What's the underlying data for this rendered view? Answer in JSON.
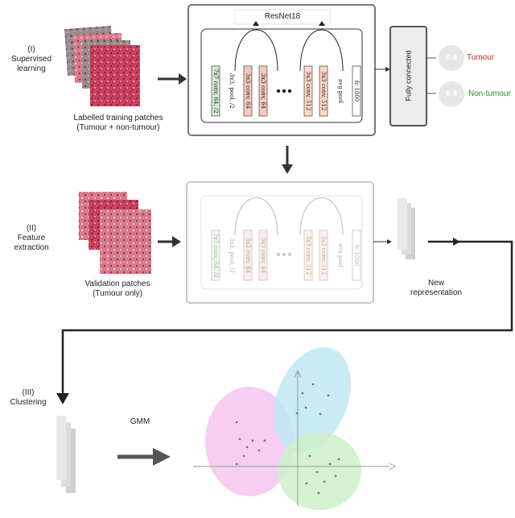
{
  "stages": {
    "s1": [
      "(I)",
      "Supervised",
      "learning"
    ],
    "s2": [
      "(II)",
      "Feature",
      "extraction"
    ],
    "s3": [
      "(III)",
      "Clustering"
    ]
  },
  "network": {
    "title": "ResNet18",
    "layers": [
      "7x7 conv, 64, /2",
      "3x3, pool, /2",
      "3x3 conv, 64",
      "3x3 conv, 64",
      "3x3 conv, 512",
      "3x3 conv, 512",
      "avg pool",
      "fc 1000"
    ],
    "fully_connected": "Fully connected"
  },
  "outputs": [
    {
      "value": "0.6",
      "label": "Tumour",
      "color": "#c0262e"
    },
    {
      "value": "0.4",
      "label": "Non-tumour",
      "color": "#2e8b2e"
    }
  ],
  "captions": {
    "training": [
      "Labelled training patches",
      "(Tumour + non-tumour)"
    ],
    "validation": [
      "Validation patches",
      "(Tumour only)"
    ],
    "representation": [
      "New",
      "representation"
    ],
    "gmm": "GMM"
  },
  "colors": {
    "tissue": "#c9435e",
    "pink_cluster": "#f5c6f0",
    "blue_cluster": "#bfe8f5",
    "green_cluster": "#cdf0c8",
    "layer_green": "#d3ecd0",
    "layer_salmon": "#f6c9bd",
    "layer_peach": "#fbd9c4"
  }
}
